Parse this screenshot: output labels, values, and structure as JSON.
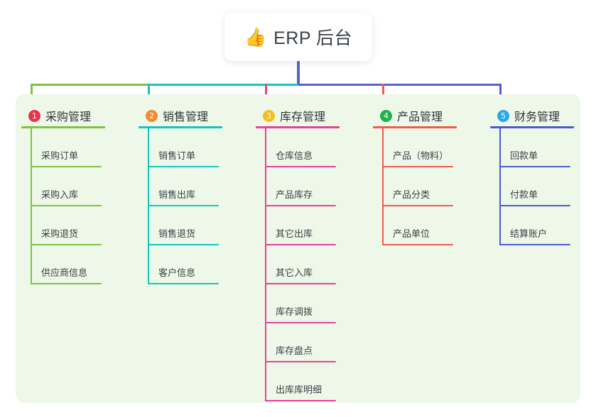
{
  "root": {
    "icon": "thumbs-up-icon",
    "emoji": "👍",
    "title": "ERP 后台"
  },
  "palette": {
    "panel_background": "#eef8e9",
    "page_background": "#ffffff",
    "text": "#3b4045",
    "root_stem": "#5a5fd0"
  },
  "columns": [
    {
      "index": "1",
      "badge_number": "1",
      "badge_color": "#e8344e",
      "line_color": "#7ec242",
      "title": "采购管理",
      "items": [
        {
          "label": "采购订单"
        },
        {
          "label": "采购入库"
        },
        {
          "label": "采购退货"
        },
        {
          "label": "供应商信息"
        }
      ]
    },
    {
      "index": "2",
      "badge_number": "2",
      "badge_color": "#f08a33",
      "line_color": "#15c5bd",
      "title": "销售管理",
      "items": [
        {
          "label": "销售订单"
        },
        {
          "label": "销售出库"
        },
        {
          "label": "销售退货"
        },
        {
          "label": "客户信息"
        }
      ]
    },
    {
      "index": "3",
      "badge_number": "3",
      "badge_color": "#f5bd1f",
      "line_color": "#ea3f9a",
      "title": "库存管理",
      "items": [
        {
          "label": "仓库信息"
        },
        {
          "label": "产品库存"
        },
        {
          "label": "其它出库"
        },
        {
          "label": "其它入库"
        },
        {
          "label": "库存调拨"
        },
        {
          "label": "库存盘点"
        },
        {
          "label": "出库库明细"
        }
      ]
    },
    {
      "index": "4",
      "badge_number": "4",
      "badge_color": "#1bb34a",
      "line_color": "#f4584f",
      "title": "产品管理",
      "items": [
        {
          "label": "产品（物料）"
        },
        {
          "label": "产品分类"
        },
        {
          "label": "产品单位"
        }
      ]
    },
    {
      "index": "5",
      "badge_number": "5",
      "badge_color": "#28a8e8",
      "line_color": "#4a5ccd",
      "title": "财务管理",
      "items": [
        {
          "label": "回款单"
        },
        {
          "label": "付款单"
        },
        {
          "label": "结算账户"
        }
      ]
    }
  ]
}
